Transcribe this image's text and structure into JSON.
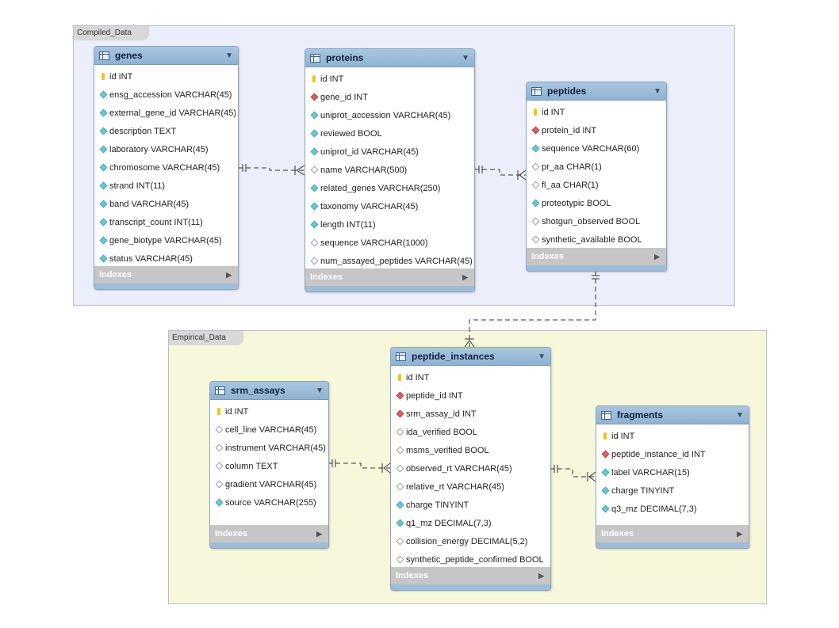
{
  "groups": [
    {
      "label": "Compiled_Data"
    },
    {
      "label": "Empirical_Data"
    }
  ],
  "colors": {
    "compiled_bg": "#eceefb",
    "empirical_bg": "#f7f7dc",
    "header": "#9fbcd8",
    "indexes_bar": "#c6c6c6"
  },
  "indexes_label": "Indexes",
  "tables": {
    "genes": {
      "name": "genes",
      "columns": [
        {
          "kind": "pk",
          "text": "id INT"
        },
        {
          "kind": "nn",
          "text": "ensg_accession VARCHAR(45)"
        },
        {
          "kind": "nn",
          "text": "external_gene_id VARCHAR(45)"
        },
        {
          "kind": "nn",
          "text": "description TEXT"
        },
        {
          "kind": "nn",
          "text": "laboratory VARCHAR(45)"
        },
        {
          "kind": "nn",
          "text": "chromosome VARCHAR(45)"
        },
        {
          "kind": "nn",
          "text": "strand INT(11)"
        },
        {
          "kind": "nn",
          "text": "band VARCHAR(45)"
        },
        {
          "kind": "nn",
          "text": "transcript_count INT(11)"
        },
        {
          "kind": "nn",
          "text": "gene_biotype VARCHAR(45)"
        },
        {
          "kind": "nn",
          "text": "status VARCHAR(45)"
        }
      ]
    },
    "proteins": {
      "name": "proteins",
      "columns": [
        {
          "kind": "pk",
          "text": "id INT"
        },
        {
          "kind": "fk",
          "text": "gene_id INT"
        },
        {
          "kind": "nn",
          "text": "uniprot_accession VARCHAR(45)"
        },
        {
          "kind": "nn",
          "text": "reviewed BOOL"
        },
        {
          "kind": "nn",
          "text": "uniprot_id VARCHAR(45)"
        },
        {
          "kind": "nl",
          "text": "name VARCHAR(500)"
        },
        {
          "kind": "nn",
          "text": "related_genes VARCHAR(250)"
        },
        {
          "kind": "nn",
          "text": "taxonomy VARCHAR(45)"
        },
        {
          "kind": "nn",
          "text": "length INT(11)"
        },
        {
          "kind": "nl",
          "text": "sequence VARCHAR(1000)"
        },
        {
          "kind": "nl",
          "text": "num_assayed_peptides VARCHAR(45)"
        }
      ]
    },
    "peptides": {
      "name": "peptides",
      "columns": [
        {
          "kind": "pk",
          "text": "id INT"
        },
        {
          "kind": "fk",
          "text": "protein_id INT"
        },
        {
          "kind": "nn",
          "text": "sequence VARCHAR(60)"
        },
        {
          "kind": "nl",
          "text": "pr_aa CHAR(1)"
        },
        {
          "kind": "nl",
          "text": "fl_aa CHAR(1)"
        },
        {
          "kind": "nn",
          "text": "proteotypic BOOL"
        },
        {
          "kind": "nl",
          "text": "shotgun_observed BOOL"
        },
        {
          "kind": "nl",
          "text": "synthetic_available BOOL"
        }
      ]
    },
    "srm_assays": {
      "name": "srm_assays",
      "columns": [
        {
          "kind": "pk",
          "text": "id INT"
        },
        {
          "kind": "nl",
          "text": "cell_line VARCHAR(45)"
        },
        {
          "kind": "nl",
          "text": "instrument VARCHAR(45)"
        },
        {
          "kind": "nl",
          "text": "column TEXT"
        },
        {
          "kind": "nl",
          "text": "gradient VARCHAR(45)"
        },
        {
          "kind": "nn",
          "text": "source VARCHAR(255)"
        }
      ]
    },
    "peptide_instances": {
      "name": "peptide_instances",
      "columns": [
        {
          "kind": "pk",
          "text": "id INT"
        },
        {
          "kind": "fk",
          "text": "peptide_id INT"
        },
        {
          "kind": "fk",
          "text": "srm_assay_id INT"
        },
        {
          "kind": "nl",
          "text": "ida_verified BOOL"
        },
        {
          "kind": "nl",
          "text": "msms_verified BOOL"
        },
        {
          "kind": "nl",
          "text": "observed_rt VARCHAR(45)"
        },
        {
          "kind": "nl",
          "text": "relative_rt VARCHAR(45)"
        },
        {
          "kind": "nn",
          "text": "charge TINYINT"
        },
        {
          "kind": "nn",
          "text": "q1_mz DECIMAL(7,3)"
        },
        {
          "kind": "nl",
          "text": "collision_energy DECIMAL(5,2)"
        },
        {
          "kind": "nl",
          "text": "synthetic_peptide_confirmed BOOL"
        }
      ]
    },
    "fragments": {
      "name": "fragments",
      "columns": [
        {
          "kind": "pk",
          "text": "id INT"
        },
        {
          "kind": "fk",
          "text": "peptide_instance_id INT"
        },
        {
          "kind": "nn",
          "text": "label VARCHAR(15)"
        },
        {
          "kind": "nn",
          "text": "charge TINYINT"
        },
        {
          "kind": "nn",
          "text": "q3_mz DECIMAL(7,3)"
        }
      ]
    }
  },
  "relationships": [
    {
      "from": "genes",
      "to": "proteins",
      "type": "one-to-many"
    },
    {
      "from": "proteins",
      "to": "peptides",
      "type": "one-to-many"
    },
    {
      "from": "peptides",
      "to": "peptide_instances",
      "type": "one-to-many"
    },
    {
      "from": "srm_assays",
      "to": "peptide_instances",
      "type": "one-to-many"
    },
    {
      "from": "peptide_instances",
      "to": "fragments",
      "type": "one-to-many"
    }
  ]
}
